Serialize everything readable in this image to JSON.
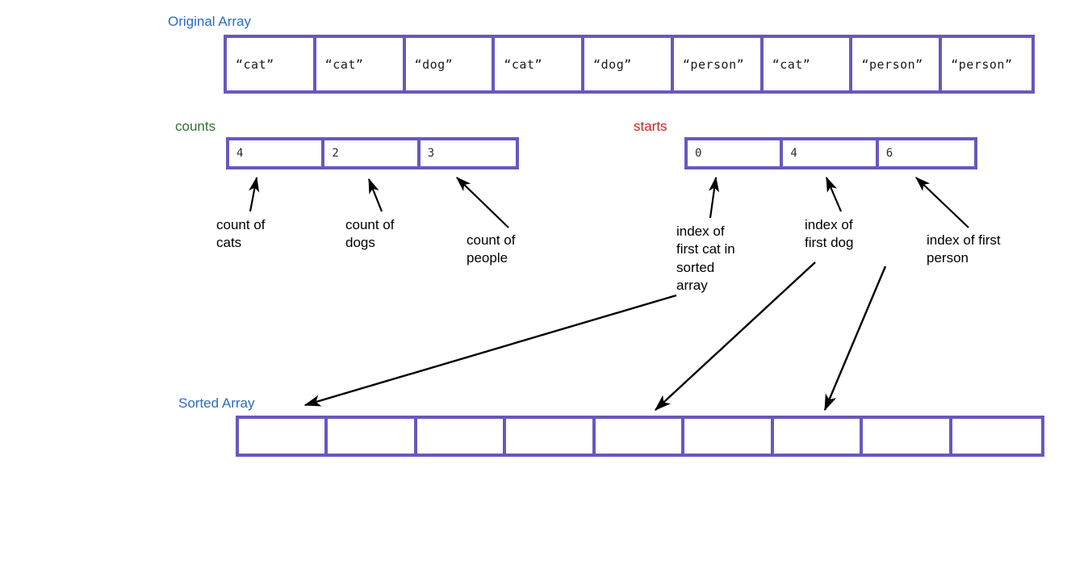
{
  "labels": {
    "original_array": "Original Array",
    "sorted_array": "Sorted Array",
    "counts": "counts",
    "starts": "starts"
  },
  "colors": {
    "heading_blue": "#2a6bc7",
    "counts_green": "#337033",
    "starts_red": "#d41d1d",
    "cell_border_purple": "#6b57bd",
    "arrow_black": "#000000"
  },
  "original_array": {
    "cells": [
      "“cat”",
      "“cat”",
      "“dog”",
      "“cat”",
      "“dog”",
      "“person”",
      "“cat”",
      "“person”",
      "“person”"
    ]
  },
  "counts_array": {
    "cells": [
      "4",
      "2",
      "3"
    ]
  },
  "starts_array": {
    "cells": [
      "0",
      "4",
      "6"
    ]
  },
  "sorted_array": {
    "cells": [
      "",
      "",
      "",
      "",
      "",
      "",
      "",
      "",
      ""
    ]
  },
  "annotations": {
    "count_of_cats": "count of\ncats",
    "count_of_dogs": "count of\ndogs",
    "count_of_people": "count of\npeople",
    "index_first_cat": "index of\nfirst cat in\nsorted\narray",
    "index_first_dog": "index of\nfirst dog",
    "index_first_person": "index of first\nperson"
  }
}
